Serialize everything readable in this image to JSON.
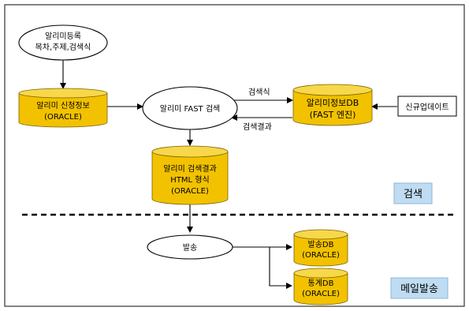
{
  "nodes": {
    "alimi_register": {
      "line1": "알리미등록",
      "line2": "목차,주제,검색식"
    },
    "alimi_request": {
      "line1": "알리미 신청정보",
      "line2": "(ORACLE)"
    },
    "fast_search": {
      "label": "알리미 FAST 검색"
    },
    "alimi_info_db": {
      "line1": "알리미정보DB",
      "line2": "(FAST 엔진)"
    },
    "new_update": {
      "label": "신규업데이트"
    },
    "result_html": {
      "line1": "알리미 검색결과",
      "line2": "HTML 형식",
      "line3": "(ORACLE)"
    },
    "send": {
      "label": "발송"
    },
    "send_db": {
      "line1": "발송DB",
      "line2": "(ORACLE)"
    },
    "stats_db": {
      "line1": "통계DB",
      "line2": "(ORACLE)"
    }
  },
  "edges": {
    "query": "검색식",
    "result": "검색결과"
  },
  "sections": {
    "search": "검색",
    "mail": "메일발송"
  },
  "colors": {
    "cylinder_body": "#f2c200",
    "cylinder_top": "#f7d84a",
    "section_box": "#bfdcf2",
    "line": "#000000"
  }
}
